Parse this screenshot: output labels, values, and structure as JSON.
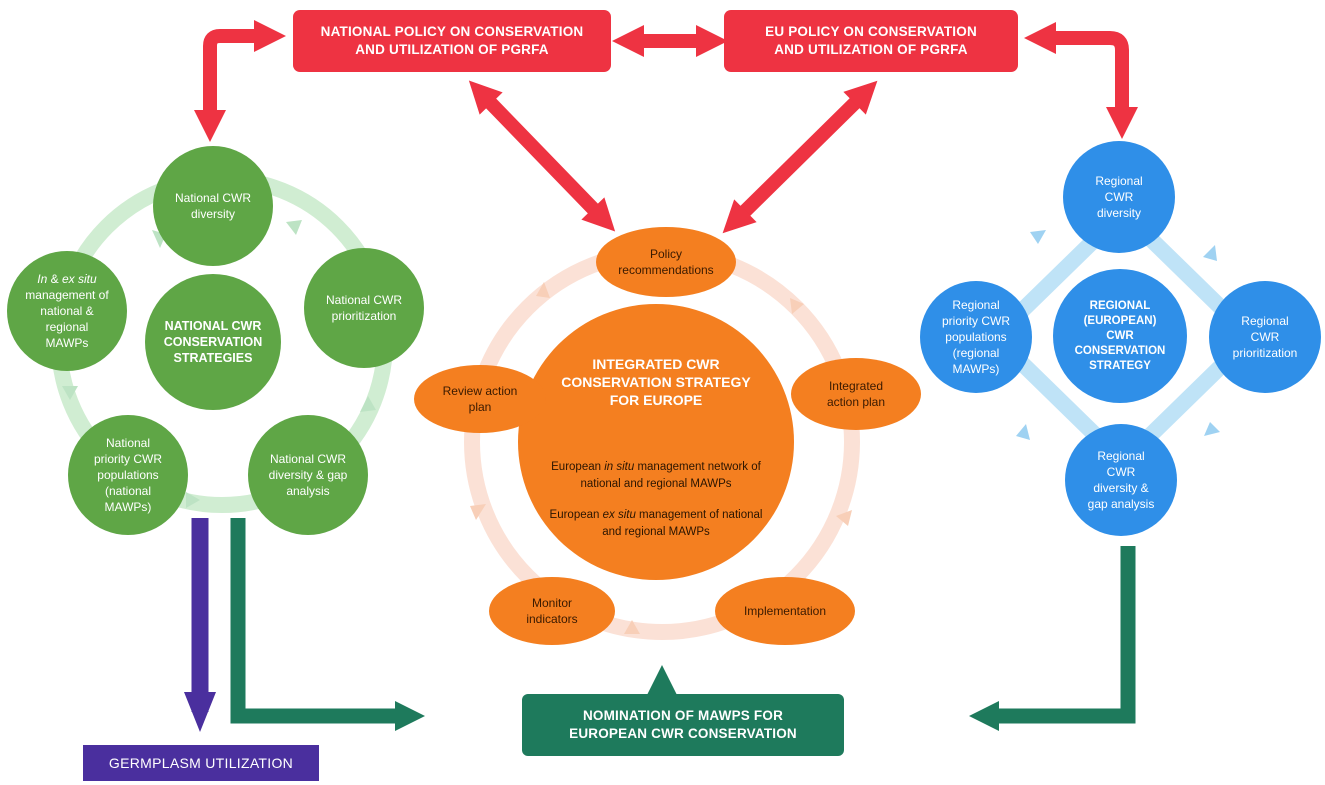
{
  "colors": {
    "red": "#ee3342",
    "green": "#5fa646",
    "blue": "#2f8fe8",
    "orange": "#f47f20",
    "teal": "#1e7a5c",
    "purple": "#4a2f9e",
    "light_green": "#d0edd2",
    "light_blue": "#bfe3f7",
    "light_orange": "#fbe1d6"
  },
  "top_boxes": {
    "national": "NATIONAL POLICY ON CONSERVATION\nAND UTILIZATION OF PGRFA",
    "eu": "EU POLICY ON CONSERVATION\nAND UTILIZATION OF PGRFA"
  },
  "national_cycle": {
    "center": "NATIONAL CWR\nCONSERVATION\nSTRATEGIES",
    "diversity": "National CWR\ndiversity",
    "prioritization": "National  CWR\nprioritization",
    "gap": "National  CWR\ndiversity & gap\nanalysis",
    "populations": "National\npriority CWR\npopulations\n(national\nMAWPs)",
    "management_em1": "In",
    "management_mid": " & ",
    "management_em2": "ex situ",
    "management_rest": "management of\nnational &\nregional\nMAWPs"
  },
  "integrated_cycle": {
    "title": "INTEGRATED CWR\nCONSERVATION STRATEGY\nFOR EUROPE",
    "line1_a": "European ",
    "line1_em": "in situ",
    "line1_b": " management network of\nnational and regional MAWPs",
    "line2_a": "European ",
    "line2_em": "ex situ",
    "line2_b": " management of national\nand regional MAWPs",
    "policy": "Policy\nrecommendations",
    "action": "Integrated\naction plan",
    "implementation": "Implementation",
    "monitor": "Monitor\nindicators",
    "review": "Review action\nplan"
  },
  "regional_cycle": {
    "center": "REGIONAL\n(EUROPEAN)\nCWR\nCONSERVATION\nSTRATEGY",
    "diversity": "Regional\nCWR\ndiversity",
    "prioritization": "Regional\nCWR\nprioritization",
    "gap": "Regional\nCWR\ndiversity &\ngap analysis",
    "populations": "Regional\npriority CWR\npopulations\n(regional\nMAWPs)"
  },
  "nomination": "NOMINATION OF MAWPS FOR\nEUROPEAN CWR CONSERVATION",
  "germplasm": "GERMPLASM UTILIZATION"
}
